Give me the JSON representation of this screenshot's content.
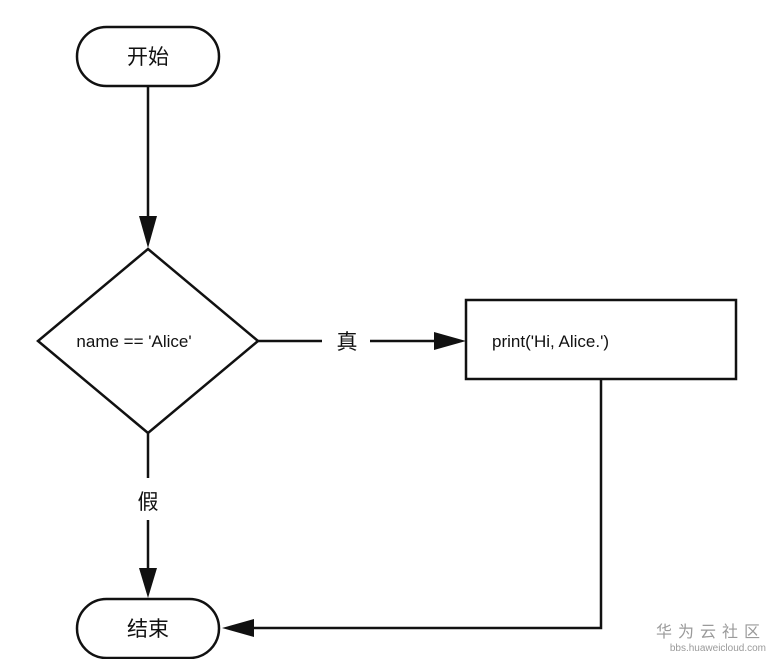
{
  "nodes": {
    "start": "开始",
    "decision": "name == 'Alice'",
    "action": "print('Hi, Alice.')",
    "end": "结束"
  },
  "edges": {
    "true_label": "真",
    "false_label": "假"
  },
  "watermark": {
    "name": "华为云社区",
    "url": "bbs.huaweicloud.com"
  }
}
